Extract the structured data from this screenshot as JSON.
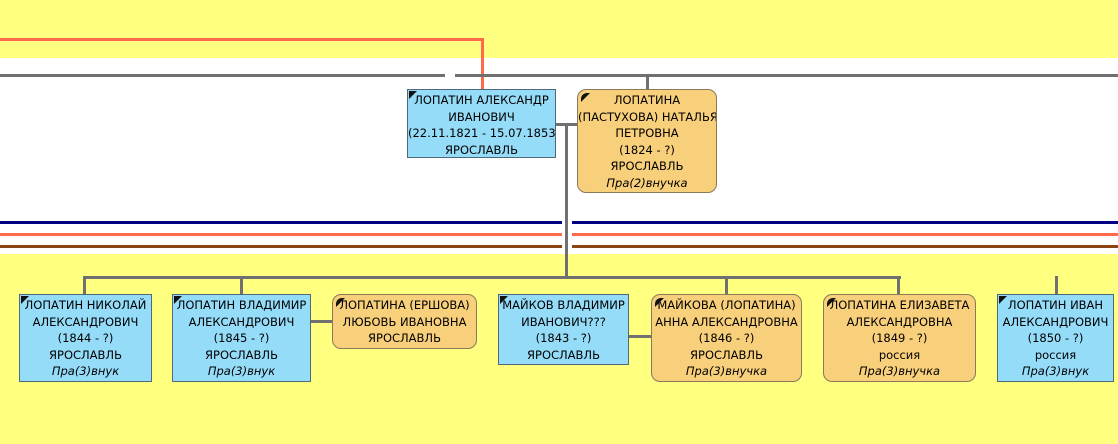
{
  "colors": {
    "background_band": "#ffff80",
    "background_white": "#ffffff",
    "connector": "#707070",
    "line_orange": "#ff6a4a",
    "line_navy": "#000080",
    "line_brown": "#8b4513",
    "male_box": "#95dcf9",
    "female_box": "#f8cf7a"
  },
  "parents": {
    "father": {
      "name_line1": "ЛОПАТИН АЛЕКСАНДР",
      "name_line2": "ИВАНОВИЧ",
      "dates": "(22.11.1821 - 15.07.1853)",
      "place": "ЯРОСЛАВЛЬ",
      "gender": "male"
    },
    "mother": {
      "name_line1": "ЛОПАТИНА",
      "name_line2": "(ПАСТУХОВА) НАТАЛЬЯ",
      "name_line3": "ПЕТРОВНА",
      "dates": "(1824 - ?)",
      "place": "ЯРОСЛАВЛЬ",
      "relation": "Пра(2)внучка",
      "gender": "female"
    }
  },
  "children": [
    {
      "name_line1": "ЛОПАТИН НИКОЛАЙ",
      "name_line2": "АЛЕКСАНДРОВИЧ",
      "dates": "(1844 - ?)",
      "place": "ЯРОСЛАВЛЬ",
      "relation": "Пра(3)внук",
      "gender": "male"
    },
    {
      "name_line1": "ЛОПАТИН ВЛАДИМИР",
      "name_line2": "АЛЕКСАНДРОВИЧ",
      "dates": "(1845 - ?)",
      "place": "ЯРОСЛАВЛЬ",
      "relation": "Пра(3)внук",
      "gender": "male",
      "spouse": {
        "name_line1": "ЛОПАТИНА (ЕРШОВА)",
        "name_line2": "ЛЮБОВЬ ИВАНОВНА",
        "place": "ЯРОСЛАВЛЬ",
        "gender": "female"
      }
    },
    {
      "name_line1": "МАЙКОВА (ЛОПАТИНА)",
      "name_line2": "АННА АЛЕКСАНДРОВНА",
      "dates": "(1846 - ?)",
      "place": "ЯРОСЛАВЛЬ",
      "relation": "Пра(3)внучка",
      "gender": "female",
      "spouse": {
        "name_line1": "МАЙКОВ ВЛАДИМИР",
        "name_line2": "ИВАНОВИЧ???",
        "dates": "(1843 - ?)",
        "place": "ЯРОСЛАВЛЬ",
        "gender": "male"
      }
    },
    {
      "name_line1": "ЛОПАТИНА ЕЛИЗАВЕТА",
      "name_line2": "АЛЕКСАНДРОВНА",
      "dates": "(1849 - ?)",
      "place": "россия",
      "relation": "Пра(3)внучка",
      "gender": "female"
    },
    {
      "name_line1": "ЛОПАТИН ИВАН",
      "name_line2": "АЛЕКСАНДРОВИЧ",
      "dates": "(1850 - ?)",
      "place": "россия",
      "relation": "Пра(3)внук",
      "gender": "male"
    }
  ]
}
